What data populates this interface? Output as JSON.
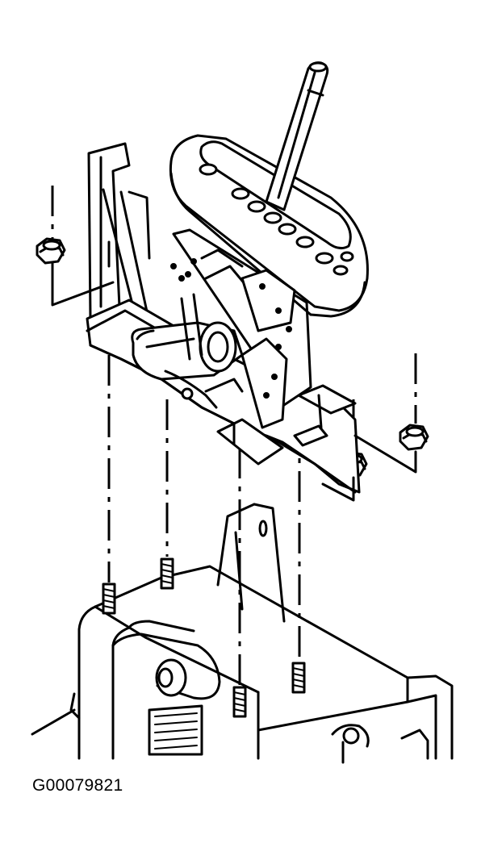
{
  "figure": {
    "code": "G00079821"
  },
  "colors": {
    "ink": "#000000",
    "paper": "#ffffff"
  },
  "parts": [
    "shift-lever",
    "indicator-bezel",
    "shifter-bracket",
    "mounting-nut",
    "mounting-stud",
    "floor-console-base"
  ]
}
